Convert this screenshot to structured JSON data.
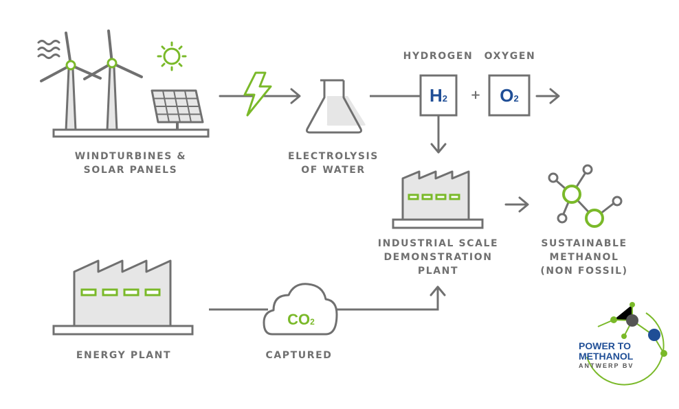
{
  "colors": {
    "gray": "#707070",
    "light_gray": "#e6e6e6",
    "green": "#7ab929",
    "blue": "#1f4e96",
    "dark": "#555555"
  },
  "labels": {
    "wind_solar": [
      "WINDTURBINES &",
      "SOLAR PANELS"
    ],
    "electrolysis": [
      "ELECTROLYSIS",
      "OF WATER"
    ],
    "hydrogen": "HYDROGEN",
    "oxygen": "OXYGEN",
    "plant": [
      "INDUSTRIAL SCALE",
      "DEMONSTRATION",
      "PLANT"
    ],
    "methanol": [
      "SUSTAINABLE",
      "METHANOL",
      "(NON FOSSIL)"
    ],
    "energy_plant": "ENERGY PLANT",
    "captured": "CAPTURED"
  },
  "formulas": {
    "h2_letter": "H",
    "h2_sub": "2",
    "o2_letter": "O",
    "o2_sub": "2",
    "plus": "+",
    "co2_letters": "CO",
    "co2_sub": "2"
  },
  "logo": {
    "line1": "POWER TO",
    "line2": "METHANOL",
    "line3": "ANTWERP BV"
  },
  "icons": [
    "wind-turbine-icon",
    "solar-panel-icon",
    "sun-icon",
    "wind-waves-icon",
    "lightning-icon",
    "flask-icon",
    "factory-icon",
    "molecule-icon",
    "cloud-icon",
    "arrow-icon"
  ]
}
